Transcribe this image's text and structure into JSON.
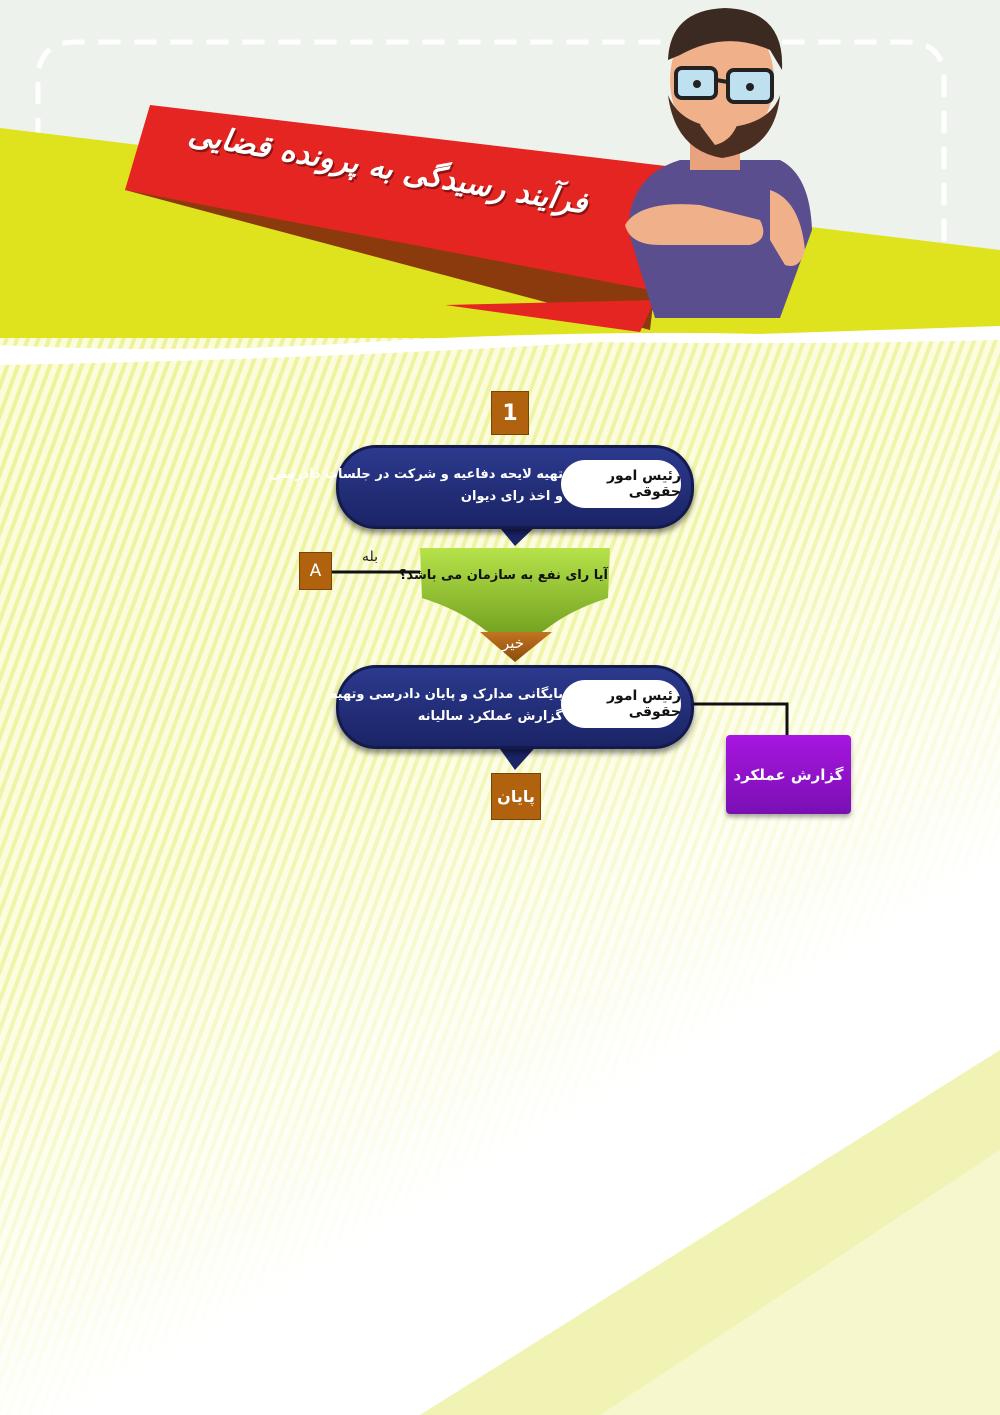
{
  "title": "فرآیند رسیدگی به پرونده قضایی",
  "colors": {
    "banner_red": "#e52521",
    "banner_shadow": "#8a3a0c",
    "lime": "#dfe31e",
    "stripe": "#eef29a",
    "pill_blue": "#1f2a78",
    "badge_brown": "#b0620e",
    "decision_green": "#8cc63f",
    "report_purple": "#9b14d6"
  },
  "flow": {
    "start_badge": "1",
    "step1": {
      "role": "رئیس امور حقوقی",
      "text_line1": "تهیه لایحه دفاعیه و شرکت در جلسات دادرسی",
      "text_line2": "و اخذ رای دیوان"
    },
    "decision": {
      "question": "آیا رای نفع به سازمان می باشد؟",
      "yes_label": "بله",
      "no_label": "خیر"
    },
    "connector_a": "A",
    "step2": {
      "role": "رئیس امور حقوقی",
      "text_line1": "بایگانی مدارک و پایان دادرسی وتهیه",
      "text_line2": "گزارش عملکرد سالیانه"
    },
    "end_badge": "پایان",
    "report": "گزارش عملکرد"
  }
}
